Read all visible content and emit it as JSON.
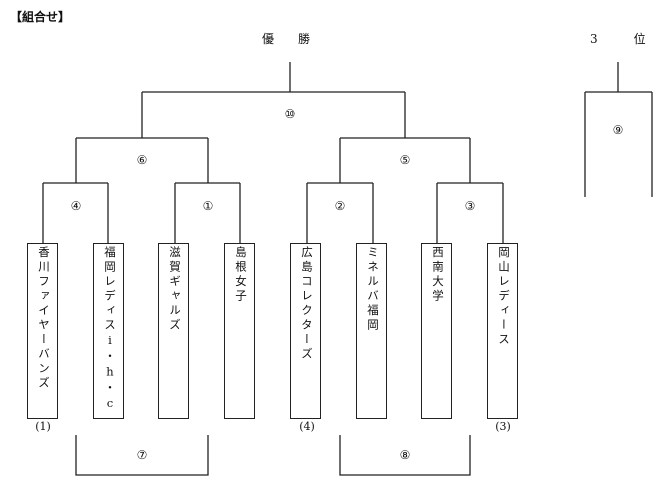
{
  "title": "【組合せ】",
  "champion_label": "優　　勝",
  "third_label": "3　　　位",
  "matches": {
    "m1": "①",
    "m2": "②",
    "m3": "③",
    "m4": "④",
    "m5": "⑤",
    "m6": "⑥",
    "m7": "⑦",
    "m8": "⑧",
    "m9": "⑨",
    "m10": "⑩"
  },
  "teams": [
    {
      "name": "香川ファイヤーバンズ",
      "seed": "(1)"
    },
    {
      "name": "福岡レディスi・h・c",
      "seed": ""
    },
    {
      "name": "滋賀ギャルズ",
      "seed": ""
    },
    {
      "name": "島根女子",
      "seed": ""
    },
    {
      "name": "広島コレクターズ",
      "seed": "(4)"
    },
    {
      "name": "ミネルバ福岡",
      "seed": ""
    },
    {
      "name": "西南大学",
      "seed": ""
    },
    {
      "name": "岡山レディース",
      "seed": "(3)"
    }
  ]
}
